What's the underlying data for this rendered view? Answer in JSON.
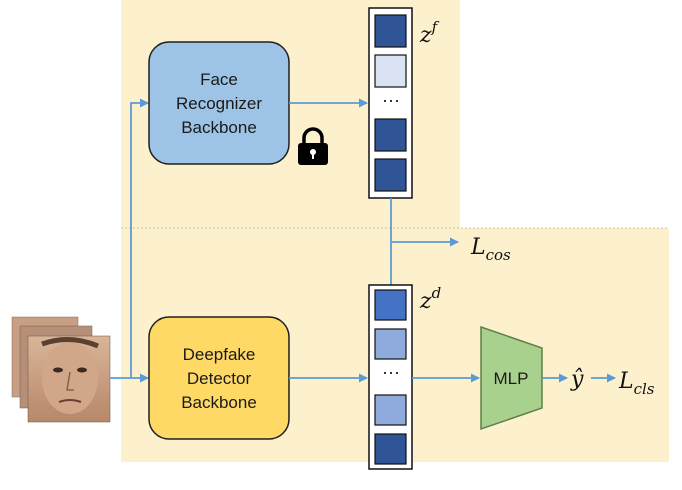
{
  "diagram": {
    "top_module": {
      "lines": [
        "Face",
        "Recognizer",
        "Backbone"
      ],
      "frozen_icon": "lock-icon"
    },
    "bottom_module": {
      "lines": [
        "Deepfake",
        "Detector",
        "Backbone"
      ]
    },
    "mlp_label": "MLP",
    "face_feature": {
      "symbol": "z",
      "superscript": "f",
      "ellipsis": "···",
      "cell_colors": [
        "#2f5597",
        "#dae3f3",
        "#2f5597",
        "#2f5597"
      ]
    },
    "deepfake_feature": {
      "symbol": "z",
      "superscript": "d",
      "ellipsis": "···",
      "cell_colors": [
        "#4472c4",
        "#8faadc",
        "#8faadc",
        "#2f5597"
      ]
    },
    "loss_cos": {
      "symbol": "L",
      "subscript": "cos"
    },
    "prediction": {
      "symbol": "ŷ"
    },
    "loss_cls": {
      "symbol": "L",
      "subscript": "cls"
    },
    "colors": {
      "panel_bg": "#fdf0cc",
      "face_box": "#9dc3e6",
      "deepfake_box": "#ffd966",
      "mlp": "#a9d18e",
      "arrow": "#5b9bd5"
    }
  }
}
